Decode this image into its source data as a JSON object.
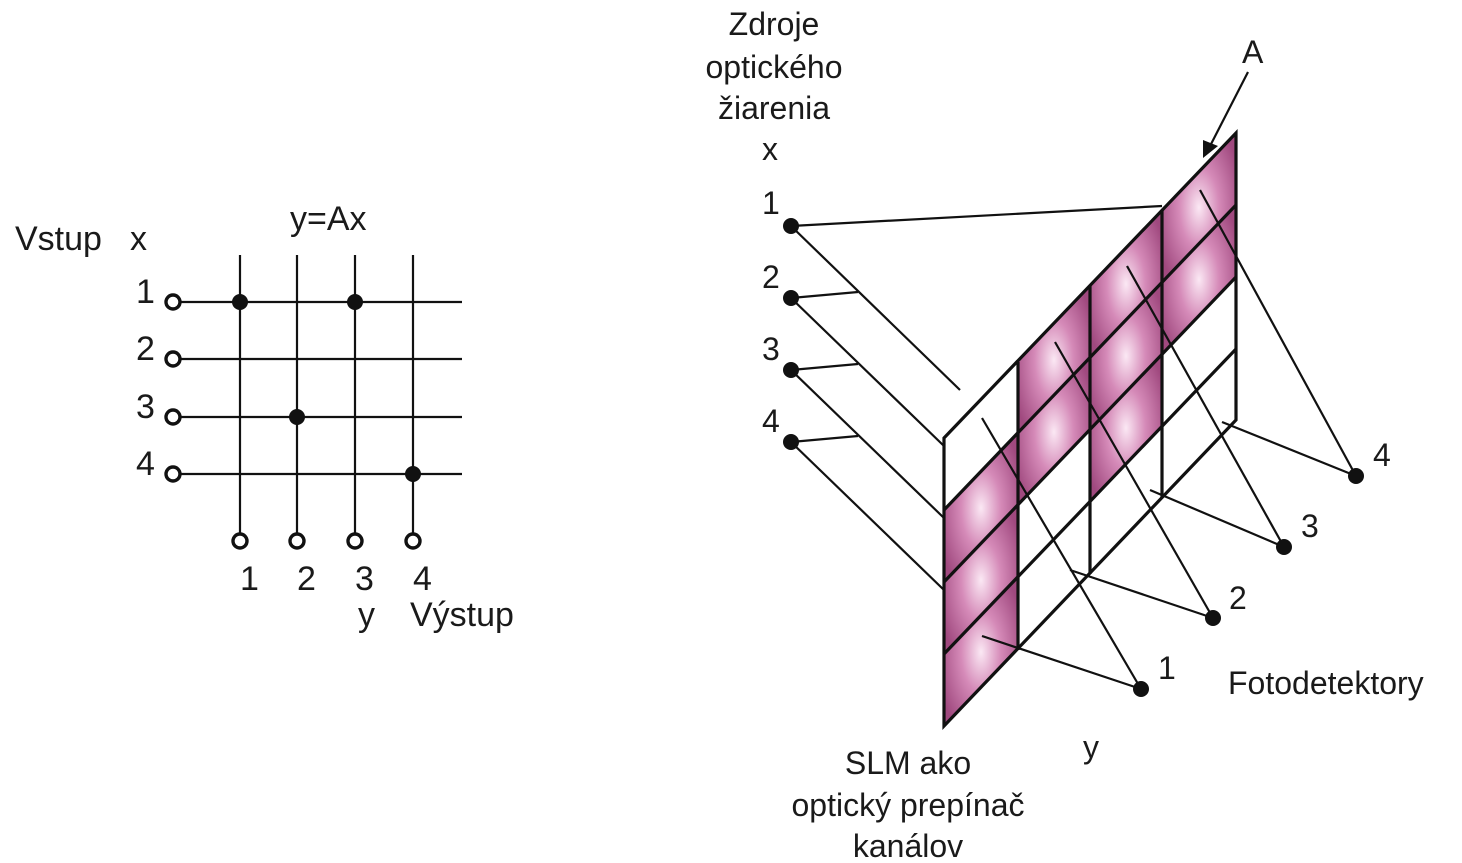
{
  "crossbar": {
    "input_label": "Vstup",
    "input_var": "x",
    "equation": "y=Ax",
    "input_numbers": [
      "1",
      "2",
      "3",
      "4"
    ],
    "output_numbers": [
      "1",
      "2",
      "3",
      "4"
    ],
    "output_var": "y",
    "output_label": "Výstup"
  },
  "optical": {
    "source_title_lines": [
      "Zdroje",
      "optického",
      "žiarenia"
    ],
    "source_var": "x",
    "source_numbers": [
      "1",
      "2",
      "3",
      "4"
    ],
    "matrix_label": "A",
    "detector_numbers": [
      "1",
      "2",
      "3",
      "4"
    ],
    "detector_label": "Fotodetektory",
    "output_var": "y",
    "slm_caption_lines": [
      "SLM ako",
      "optický prepínač",
      "kanálov"
    ]
  },
  "colors": {
    "cell_fill": "#a0497f",
    "cell_highlight": "#fbe8f4"
  }
}
